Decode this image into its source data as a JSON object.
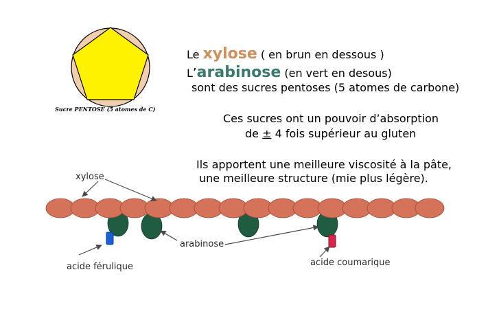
{
  "pentagon": {
    "caption": "Sucre PENTOSE (5 atomes de C)",
    "circle_color": "#f0cfae",
    "pentagon_color": "#fff200"
  },
  "text": {
    "line1_before": "Le ",
    "xylose_word": "xylose",
    "line1_after": " ( en brun en dessous )",
    "line2_before": "L",
    "apostrophe": "’",
    "arabinose_word": "arabinose",
    "line2_after": " (en vert en desous)",
    "line3": "sont des sucres pentoses (5 atomes de carbone)",
    "line4": "Ces sucres ont un pouvoir d’absorption",
    "line5_before": "de ",
    "pm_symbol": "±",
    "line5_after": " 4 fois supérieur au gluten",
    "line6": "Ils apportent une meilleure viscosité à la pâte,",
    "line7": "une meilleure structure (mie plus légère)."
  },
  "diagram": {
    "label_xylose": "xylose",
    "label_arabinose": "arabinose",
    "label_ferulique": "acide férulique",
    "label_coumarique": "acide coumarique",
    "xylose_color": "#d4735a",
    "arabinose_color": "#1f5c40",
    "ferulic_color": "#1a5fd6",
    "coumaric_color": "#d9254a"
  }
}
